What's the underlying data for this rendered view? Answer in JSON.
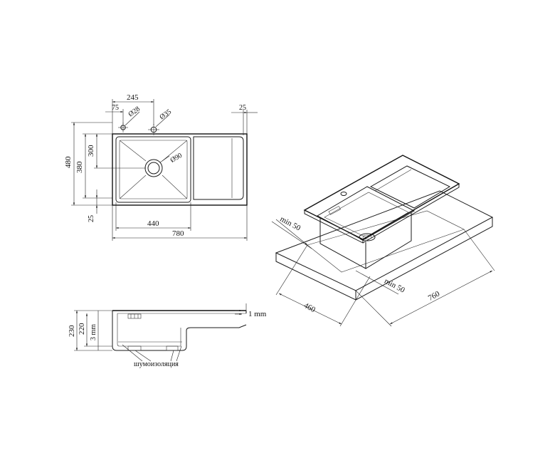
{
  "top_view": {
    "dim_245": "245",
    "dim_75": "75",
    "dim_25_top": "25",
    "dim_d28": "Ø28",
    "dim_d35": "Ø35",
    "dim_480": "480",
    "dim_380": "380",
    "dim_300": "300",
    "dim_25_left": "25",
    "dim_d90": "Ø90",
    "dim_440": "440",
    "dim_780": "780"
  },
  "side_view": {
    "dim_230": "230",
    "dim_220": "220",
    "dim_3mm": "3 mm",
    "dim_1mm": "1 mm",
    "insulation_label": "шумоизоляция"
  },
  "iso_view": {
    "dim_min50_left": "min 50",
    "dim_min50_right": "min 50",
    "dim_460": "460",
    "dim_760": "760"
  }
}
